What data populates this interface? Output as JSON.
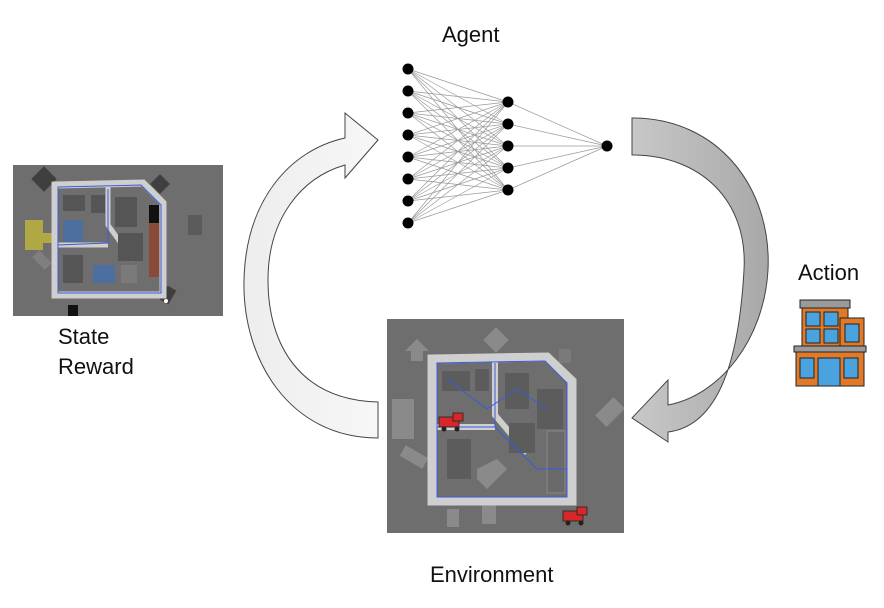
{
  "diagram": {
    "agent_label": "Agent",
    "state_label": "State",
    "reward_label": "Reward",
    "action_label": "Action",
    "environment_label": "Environment"
  },
  "network": {
    "layers": [
      8,
      5,
      1
    ]
  },
  "colors": {
    "arrow_fill_light": "#f2f2f2",
    "arrow_fill_dark": "#b8b8b8",
    "arrow_stroke": "#444444",
    "map_background": "#6e6e6e",
    "road": "#cfcfcf",
    "building": "#555555",
    "route": "#3b5bdb",
    "truck": "#d62828"
  },
  "icons": {
    "action": "building-icon",
    "vehicle": "fire-truck-icon"
  }
}
